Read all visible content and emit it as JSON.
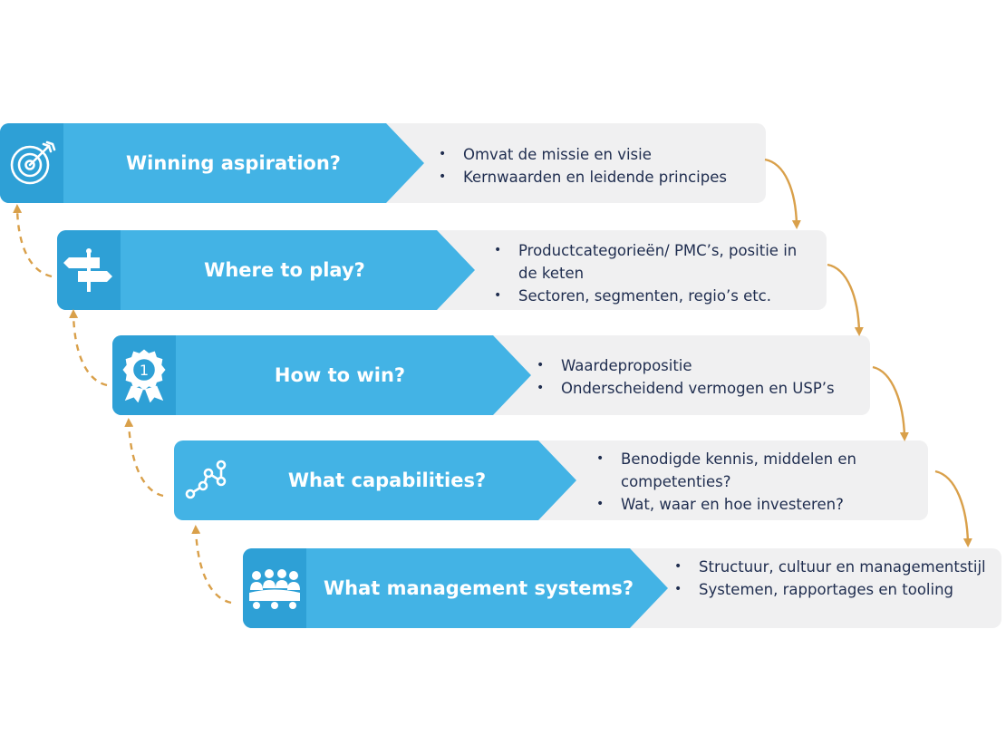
{
  "colors": {
    "blue": "#43b3e5",
    "icon_blue": "#2ea0d6",
    "panel": "#f0f0f1",
    "text": "#1f2d4f",
    "arrow": "#d9a04a"
  },
  "steps": [
    {
      "title": "Winning aspiration?",
      "icon": "target-icon",
      "bullets": [
        "Omvat de missie en visie",
        "Kernwaarden en leidende principes"
      ]
    },
    {
      "title": "Where to play?",
      "icon": "signpost-icon",
      "bullets": [
        "Productcategorieën/ PMC’s, positie in de keten",
        "Sectoren, segmenten, regio’s etc."
      ]
    },
    {
      "title": "How to win?",
      "icon": "award-ribbon-icon",
      "bullets": [
        "Waardepropositie",
        "Onderscheidend vermogen en USP’s"
      ]
    },
    {
      "title": "What capabilities?",
      "icon": "network-nodes-icon",
      "bullets": [
        "Benodigde kennis, middelen en competenties?",
        "Wat, waar en hoe investeren?"
      ]
    },
    {
      "title": "What management systems?",
      "icon": "team-meeting-icon",
      "bullets": [
        "Structuur, cultuur en managementstijl",
        "Systemen, rapportages en tooling"
      ]
    }
  ]
}
